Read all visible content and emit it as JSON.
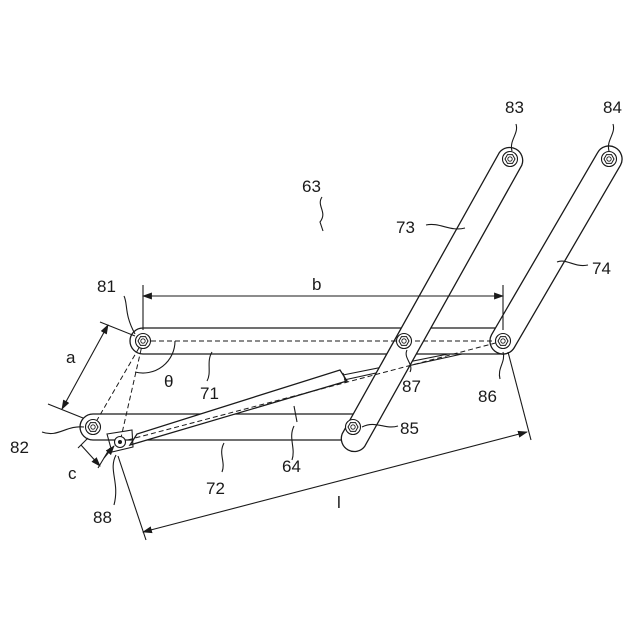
{
  "figure": {
    "mechanism_ref": "63",
    "links": {
      "l71": "71",
      "l72": "72",
      "l73": "73",
      "l74": "74",
      "cyl": "64"
    },
    "joints": {
      "j81": "81",
      "j82": "82",
      "j83": "83",
      "j84": "84",
      "j85": "85",
      "j86": "86",
      "j87": "87",
      "j88": "88"
    },
    "dimensions": {
      "a": "a",
      "b": "b",
      "c": "c",
      "l": "l",
      "theta": "θ"
    }
  }
}
